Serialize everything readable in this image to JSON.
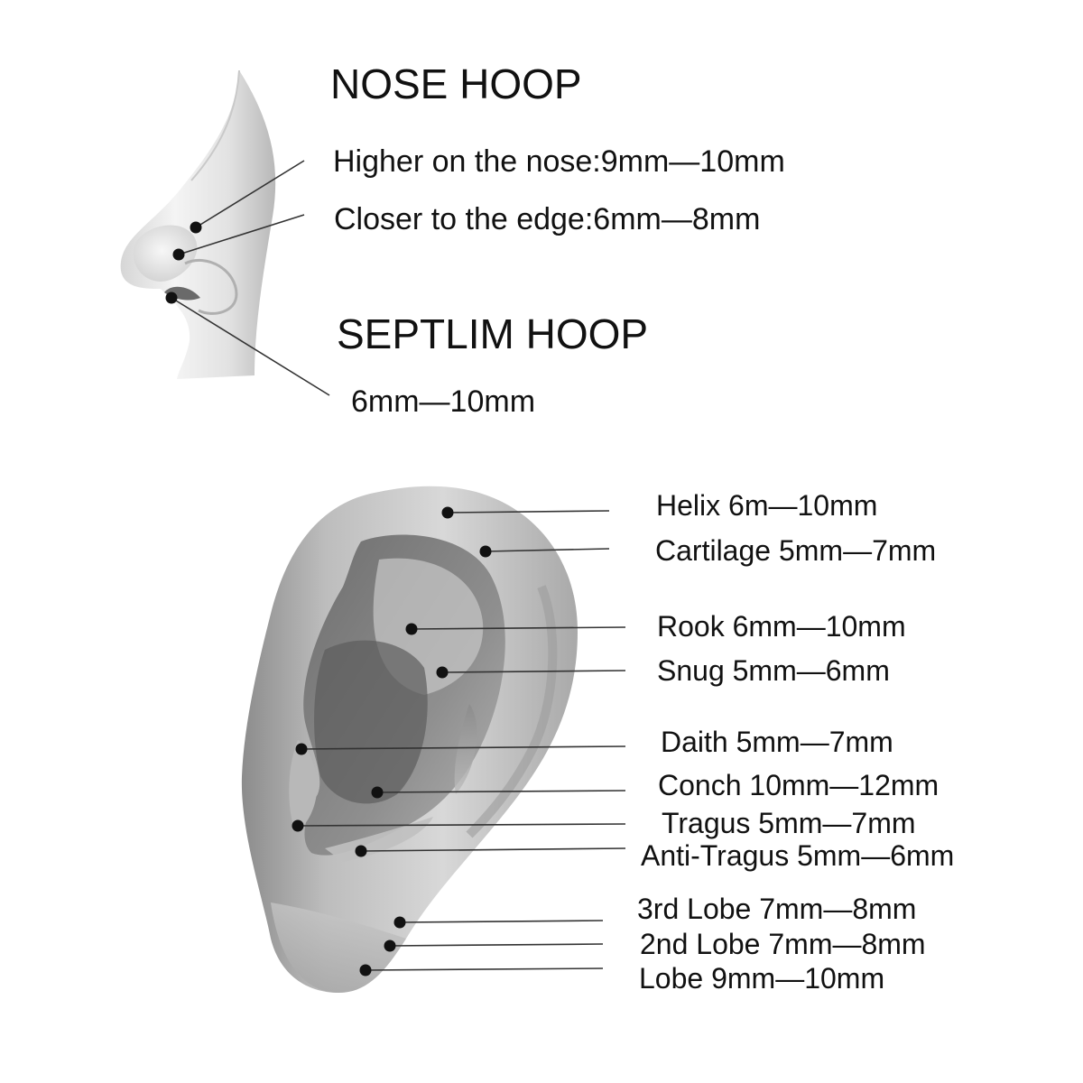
{
  "nose": {
    "heading": "NOSE HOOP",
    "points": [
      {
        "label": "Higher on the nose:9mm—10mm"
      },
      {
        "label": "Closer to the edge:6mm—8mm"
      }
    ]
  },
  "septum": {
    "heading": "SEPTLIM HOOP",
    "points": [
      {
        "label": "6mm—10mm"
      }
    ]
  },
  "ear": {
    "points": [
      {
        "label": "Helix 6m—10mm"
      },
      {
        "label": "Cartilage 5mm—7mm"
      },
      {
        "label": "Rook 6mm—10mm"
      },
      {
        "label": "Snug 5mm—6mm"
      },
      {
        "label": "Daith 5mm—7mm"
      },
      {
        "label": "Conch 10mm—12mm"
      },
      {
        "label": "Tragus 5mm—7mm"
      },
      {
        "label": "Anti-Tragus 5mm—6mm"
      },
      {
        "label": "3rd Lobe 7mm—8mm"
      },
      {
        "label": "2nd Lobe 7mm—8mm"
      },
      {
        "label": "Lobe 9mm—10mm"
      }
    ]
  },
  "colors": {
    "text": "#111111",
    "marker": "#111111",
    "leader_line": "#333333",
    "skin_light": "#f2f2f2",
    "skin_shadow": "#8a8a8a",
    "background": "#ffffff"
  }
}
